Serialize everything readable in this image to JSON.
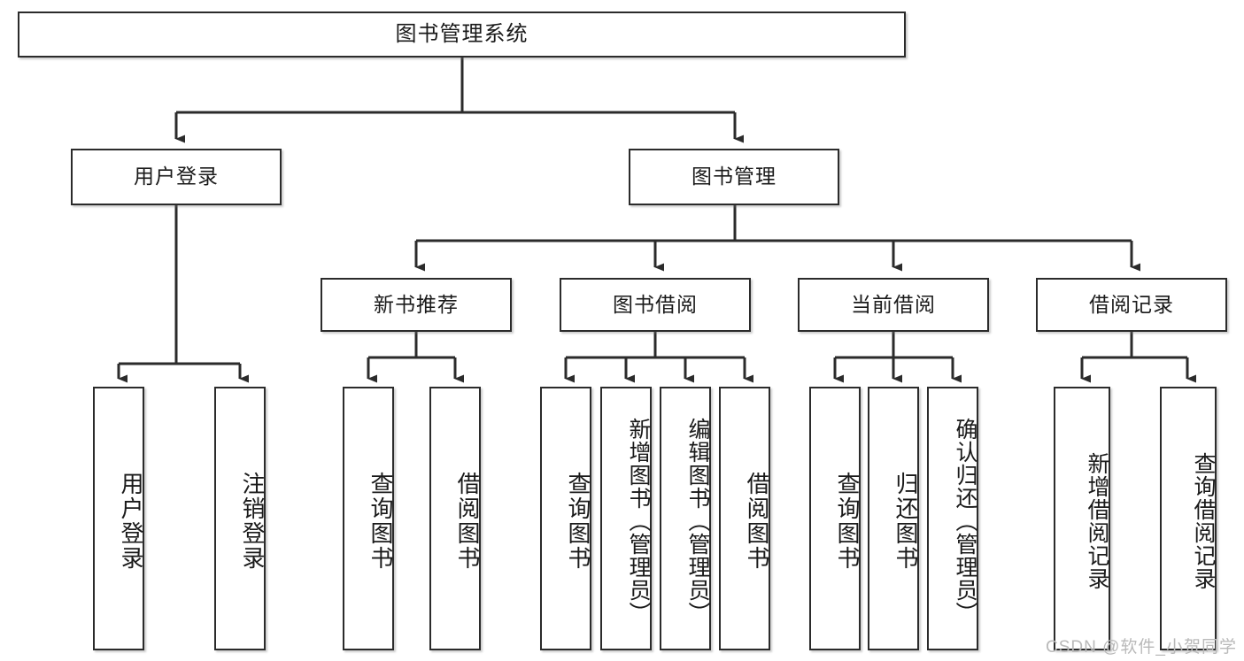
{
  "diagram": {
    "title": "图书管理系统",
    "type": "tree-hierarchy-chart",
    "watermark": "CSDN @软件_小贺同学",
    "colors": {
      "background": "#ffffff",
      "box_border": "#2b2b2b",
      "box_fill": "#ffffff",
      "connector": "#2b2b2b",
      "text": "#1a1a1a",
      "watermark": "#b9b9b9"
    },
    "nodes": {
      "root": {
        "label": "图书管理系统",
        "orientation": "horizontal"
      },
      "level2": [
        {
          "id": "user-login",
          "label": "用户登录",
          "orientation": "horizontal"
        },
        {
          "id": "book-manage",
          "label": "图书管理",
          "orientation": "horizontal"
        }
      ],
      "level3": [
        {
          "id": "new-book-recommend",
          "label": "新书推荐",
          "orientation": "horizontal"
        },
        {
          "id": "book-borrow",
          "label": "图书借阅",
          "orientation": "horizontal"
        },
        {
          "id": "current-borrow",
          "label": "当前借阅",
          "orientation": "horizontal"
        },
        {
          "id": "borrow-record",
          "label": "借阅记录",
          "orientation": "horizontal"
        }
      ],
      "leaves": [
        {
          "id": "leaf-user-login",
          "label": "用户登录",
          "parent": "user-login",
          "orientation": "vertical"
        },
        {
          "id": "leaf-logout-login",
          "label": "注销登录",
          "parent": "user-login",
          "orientation": "vertical"
        },
        {
          "id": "leaf-query-book-1",
          "label": "查询图书",
          "parent": "new-book-recommend",
          "orientation": "vertical"
        },
        {
          "id": "leaf-borrow-book-1",
          "label": "借阅图书",
          "parent": "new-book-recommend",
          "orientation": "vertical"
        },
        {
          "id": "leaf-query-book-2",
          "label": "查询图书",
          "parent": "book-borrow",
          "orientation": "vertical"
        },
        {
          "id": "leaf-add-book",
          "label": "新增图书（管理员）",
          "parent": "book-borrow",
          "orientation": "vertical"
        },
        {
          "id": "leaf-edit-book",
          "label": "编辑图书（管理员）",
          "parent": "book-borrow",
          "orientation": "vertical"
        },
        {
          "id": "leaf-borrow-book-2",
          "label": "借阅图书",
          "parent": "book-borrow",
          "orientation": "vertical"
        },
        {
          "id": "leaf-query-book-3",
          "label": "查询图书",
          "parent": "current-borrow",
          "orientation": "vertical"
        },
        {
          "id": "leaf-return-book",
          "label": "归还图书",
          "parent": "current-borrow",
          "orientation": "vertical"
        },
        {
          "id": "leaf-confirm-return",
          "label": "确认归还（管理员）",
          "parent": "current-borrow",
          "orientation": "vertical"
        },
        {
          "id": "leaf-add-record",
          "label": "新增借阅记录",
          "parent": "borrow-record",
          "orientation": "vertical"
        },
        {
          "id": "leaf-query-record",
          "label": "查询借阅记录",
          "parent": "borrow-record",
          "orientation": "vertical"
        }
      ]
    }
  }
}
